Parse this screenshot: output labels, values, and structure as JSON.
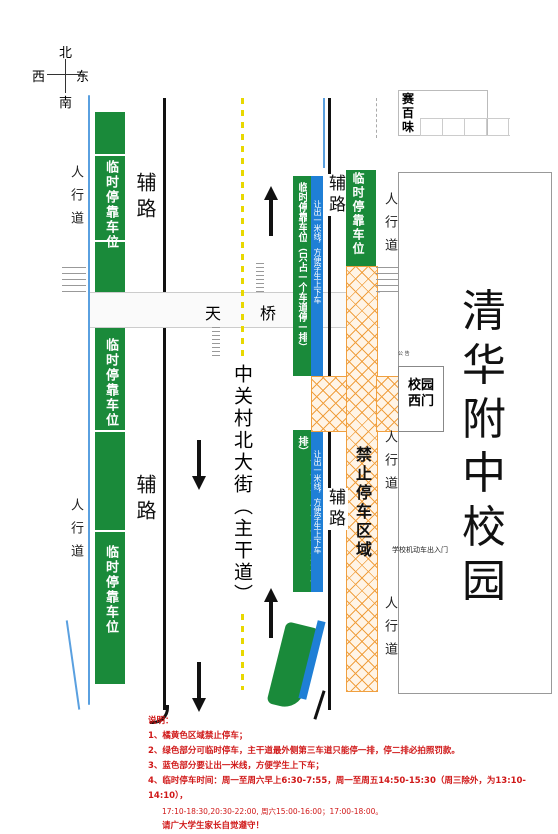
{
  "compass": {
    "north": "北",
    "south": "南",
    "east": "东",
    "west": "西"
  },
  "labels": {
    "fulu": "辅路",
    "pedestrian": "人行道",
    "tianqiao_left": "天",
    "tianqiao_right": "桥",
    "main_street": "中关村北大街（主干道）",
    "school": "清华附中校园",
    "west_gate": "校园西门",
    "restaurant": "赛百味",
    "no_parking": "禁止停车区域",
    "temp_parking": "临时停靠车位",
    "temp_parking_one_row": "临时停靠车位（只占一个车道停一排）",
    "yield_1m_a": "让出一米线，方便学生上下车",
    "yield_1m_b": "让出一米线，方便学生上下车",
    "school_vehicle_exit": "学校机动车出入门",
    "small_sign": "公 告"
  },
  "notes": {
    "title": "说明：",
    "items": [
      "1、橘黄色区域禁止停车；",
      "2、绿色部分可临时停车，主干道最外侧第三车道只能停一排，停二排必拍照罚款。",
      "3、蓝色部分要让出一米线，方便学生上下车；",
      "4、临时停车时间：周一至周六早上6:30-7:55，周一至周五14:50-15:30（周三除外，为13:10-14:10），"
    ],
    "times_line1": "17:10-18:30,20:30-22:00, 周六15:00-16:00；17:00-18:00。",
    "times_line2": "请广大学生家长自觉遵守！"
  },
  "colors": {
    "green": "#1a8a3a",
    "blue": "#1f7fd6",
    "orange": "#f0a040",
    "red_text": "#d01818",
    "yellow_dash": "#e8d800"
  },
  "icons": [
    "arrow-up-icon",
    "arrow-down-icon"
  ]
}
